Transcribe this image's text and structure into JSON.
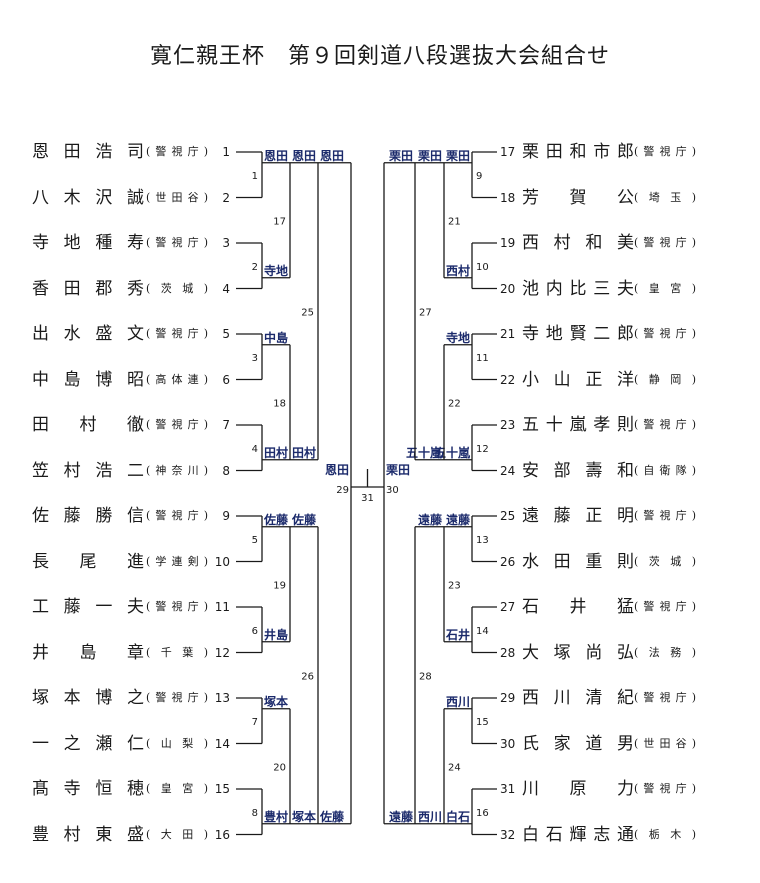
{
  "title": "寛仁親王杯　第９回剣道八段選抜大会組合せ",
  "players": [
    {
      "no": "1",
      "name": "恩田浩司",
      "aff": "(警視庁)"
    },
    {
      "no": "2",
      "name": "八木沢誠",
      "aff": "(世田谷)"
    },
    {
      "no": "3",
      "name": "寺地種寿",
      "aff": "(警視庁)"
    },
    {
      "no": "4",
      "name": "香田郡秀",
      "aff": "(茨城)"
    },
    {
      "no": "5",
      "name": "出水盛文",
      "aff": "(警視庁)"
    },
    {
      "no": "6",
      "name": "中島博昭",
      "aff": "(高体連)"
    },
    {
      "no": "7",
      "name": "田村徹",
      "aff": "(警視庁)"
    },
    {
      "no": "8",
      "name": "笠村浩二",
      "aff": "(神奈川)"
    },
    {
      "no": "9",
      "name": "佐藤勝信",
      "aff": "(警視庁)"
    },
    {
      "no": "10",
      "name": "長尾進",
      "aff": "(学連剣)"
    },
    {
      "no": "11",
      "name": "工藤一夫",
      "aff": "(警視庁)"
    },
    {
      "no": "12",
      "name": "井島章",
      "aff": "(千葉)"
    },
    {
      "no": "13",
      "name": "塚本博之",
      "aff": "(警視庁)"
    },
    {
      "no": "14",
      "name": "一之瀬仁",
      "aff": "(山梨)"
    },
    {
      "no": "15",
      "name": "髙寺恒穂",
      "aff": "(皇宮)"
    },
    {
      "no": "16",
      "name": "豊村東盛",
      "aff": "(大田)"
    },
    {
      "no": "17",
      "name": "栗田和市郎",
      "aff": "(警視庁)"
    },
    {
      "no": "18",
      "name": "芳賀公",
      "aff": "(埼玉)"
    },
    {
      "no": "19",
      "name": "西村和美",
      "aff": "(警視庁)"
    },
    {
      "no": "20",
      "name": "池内比三夫",
      "aff": "(皇宮)"
    },
    {
      "no": "21",
      "name": "寺地賢二郎",
      "aff": "(警視庁)"
    },
    {
      "no": "22",
      "name": "小山正洋",
      "aff": "(静岡)"
    },
    {
      "no": "23",
      "name": "五十嵐孝則",
      "aff": "(警視庁)"
    },
    {
      "no": "24",
      "name": "安部壽和",
      "aff": "(自衛隊)"
    },
    {
      "no": "25",
      "name": "遠藤正明",
      "aff": "(警視庁)"
    },
    {
      "no": "26",
      "name": "水田重則",
      "aff": "(茨城)"
    },
    {
      "no": "27",
      "name": "石井猛",
      "aff": "(警視庁)"
    },
    {
      "no": "28",
      "name": "大塚尚弘",
      "aff": "(法務)"
    },
    {
      "no": "29",
      "name": "西川清紀",
      "aff": "(警視庁)"
    },
    {
      "no": "30",
      "name": "氏家道男",
      "aff": "(世田谷)"
    },
    {
      "no": "31",
      "name": "川原力",
      "aff": "(警視庁)"
    },
    {
      "no": "32",
      "name": "白石輝志通",
      "aff": "(栃木)"
    }
  ],
  "round1_winners": [
    "恩田",
    "寺地",
    "中島",
    "田村",
    "佐藤",
    "井島",
    "塚本",
    "豊村",
    "栗田",
    "西村",
    "寺地",
    "五十嵐",
    "遠藤",
    "石井",
    "西川",
    "白石"
  ],
  "round2_winners": [
    "恩田",
    "田村",
    "佐藤",
    "塚本",
    "栗田",
    "五十嵐",
    "遠藤",
    "西川"
  ],
  "round3_winners": [
    "恩田",
    "佐藤",
    "栗田",
    "遠藤"
  ],
  "semifinal_winners": [
    "恩田",
    "栗田"
  ],
  "final_winner": "",
  "match_numbers": {
    "round1": [
      "1",
      "2",
      "3",
      "4",
      "5",
      "6",
      "7",
      "8",
      "9",
      "10",
      "11",
      "12",
      "13",
      "14",
      "15",
      "16"
    ],
    "round2": [
      "17",
      "18",
      "19",
      "20",
      "21",
      "22",
      "23",
      "24"
    ],
    "round3": [
      "25",
      "26",
      "27",
      "28"
    ],
    "semifinal": [
      "29",
      "30"
    ],
    "final": "31"
  },
  "colors": {
    "line": "#1a1a1a",
    "winner_text": "#1b2a6b"
  }
}
